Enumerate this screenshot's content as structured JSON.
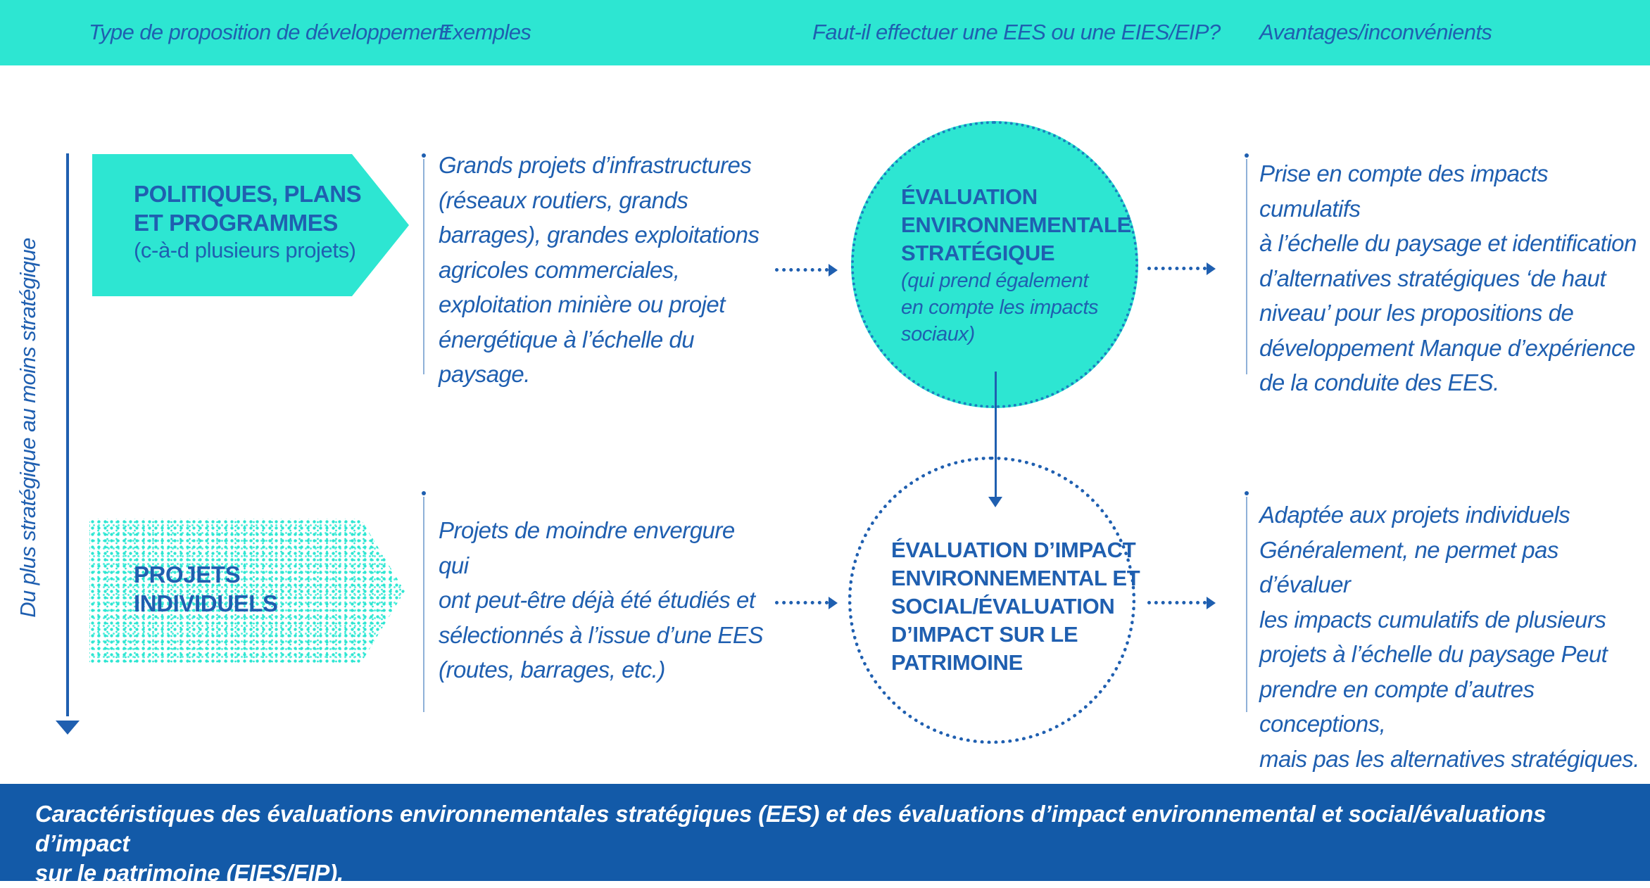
{
  "header": {
    "col1": "Type de proposition de développement",
    "col2": "Exemples",
    "col3": "Faut-il effectuer une EES ou une EIES/EIP?",
    "col4": "Avantages/inconvénients"
  },
  "axis_label": "Du plus stratégique au moins stratégique",
  "rows": [
    {
      "type_title_lines": [
        "POLITIQUES, PLANS",
        "ET PROGRAMMES"
      ],
      "type_sub": "(c-à-d plusieurs projets)",
      "example_lines": [
        "Grands projets d’infrastructures",
        "(réseaux routiers, grands",
        "barrages), grandes exploitations",
        "agricoles commerciales,",
        "exploitation minière ou projet",
        "énergétique à l’échelle du paysage."
      ],
      "assessment_title_lines": [
        "ÉVALUATION",
        "ENVIRONNEMENTALE",
        "STRATÉGIQUE"
      ],
      "assessment_sub_lines": [
        "(qui prend également",
        "en compte les impacts",
        "sociaux)"
      ],
      "pros_cons_lines": [
        "Prise en compte des impacts cumulatifs",
        "à l’échelle du paysage et identification",
        "d’alternatives stratégiques ‘de haut",
        "niveau’ pour les propositions de",
        "développement Manque d’expérience",
        "de la conduite des EES."
      ]
    },
    {
      "type_title_lines": [
        "PROJETS",
        "INDIVIDUELS"
      ],
      "example_lines": [
        "Projets de moindre envergure qui",
        "ont peut-être déjà été étudiés et",
        "sélectionnés à l’issue d’une EES",
        "(routes, barrages, etc.)"
      ],
      "assessment_title_lines": [
        "ÉVALUATION D’IMPACT",
        "ENVIRONNEMENTAL ET",
        "SOCIAL/ÉVALUATION",
        "D’IMPACT SUR LE",
        "PATRIMOINE"
      ],
      "pros_cons_lines": [
        "Adaptée aux projets individuels",
        "Généralement, ne permet pas d’évaluer",
        "les impacts cumulatifs de plusieurs",
        "projets à l’échelle du paysage Peut",
        "prendre en compte d’autres conceptions,",
        "mais pas les alternatives stratégiques."
      ]
    }
  ],
  "caption_lines": [
    "Caractéristiques des évaluations environnementales stratégiques (EES) et des évaluations d’impact environnemental et social/évaluations d’impact",
    "sur le patrimoine (EIES/EIP)."
  ],
  "colors": {
    "accent": "#2de6d2",
    "primary": "#1f5fb0",
    "footer": "#135aa8"
  }
}
